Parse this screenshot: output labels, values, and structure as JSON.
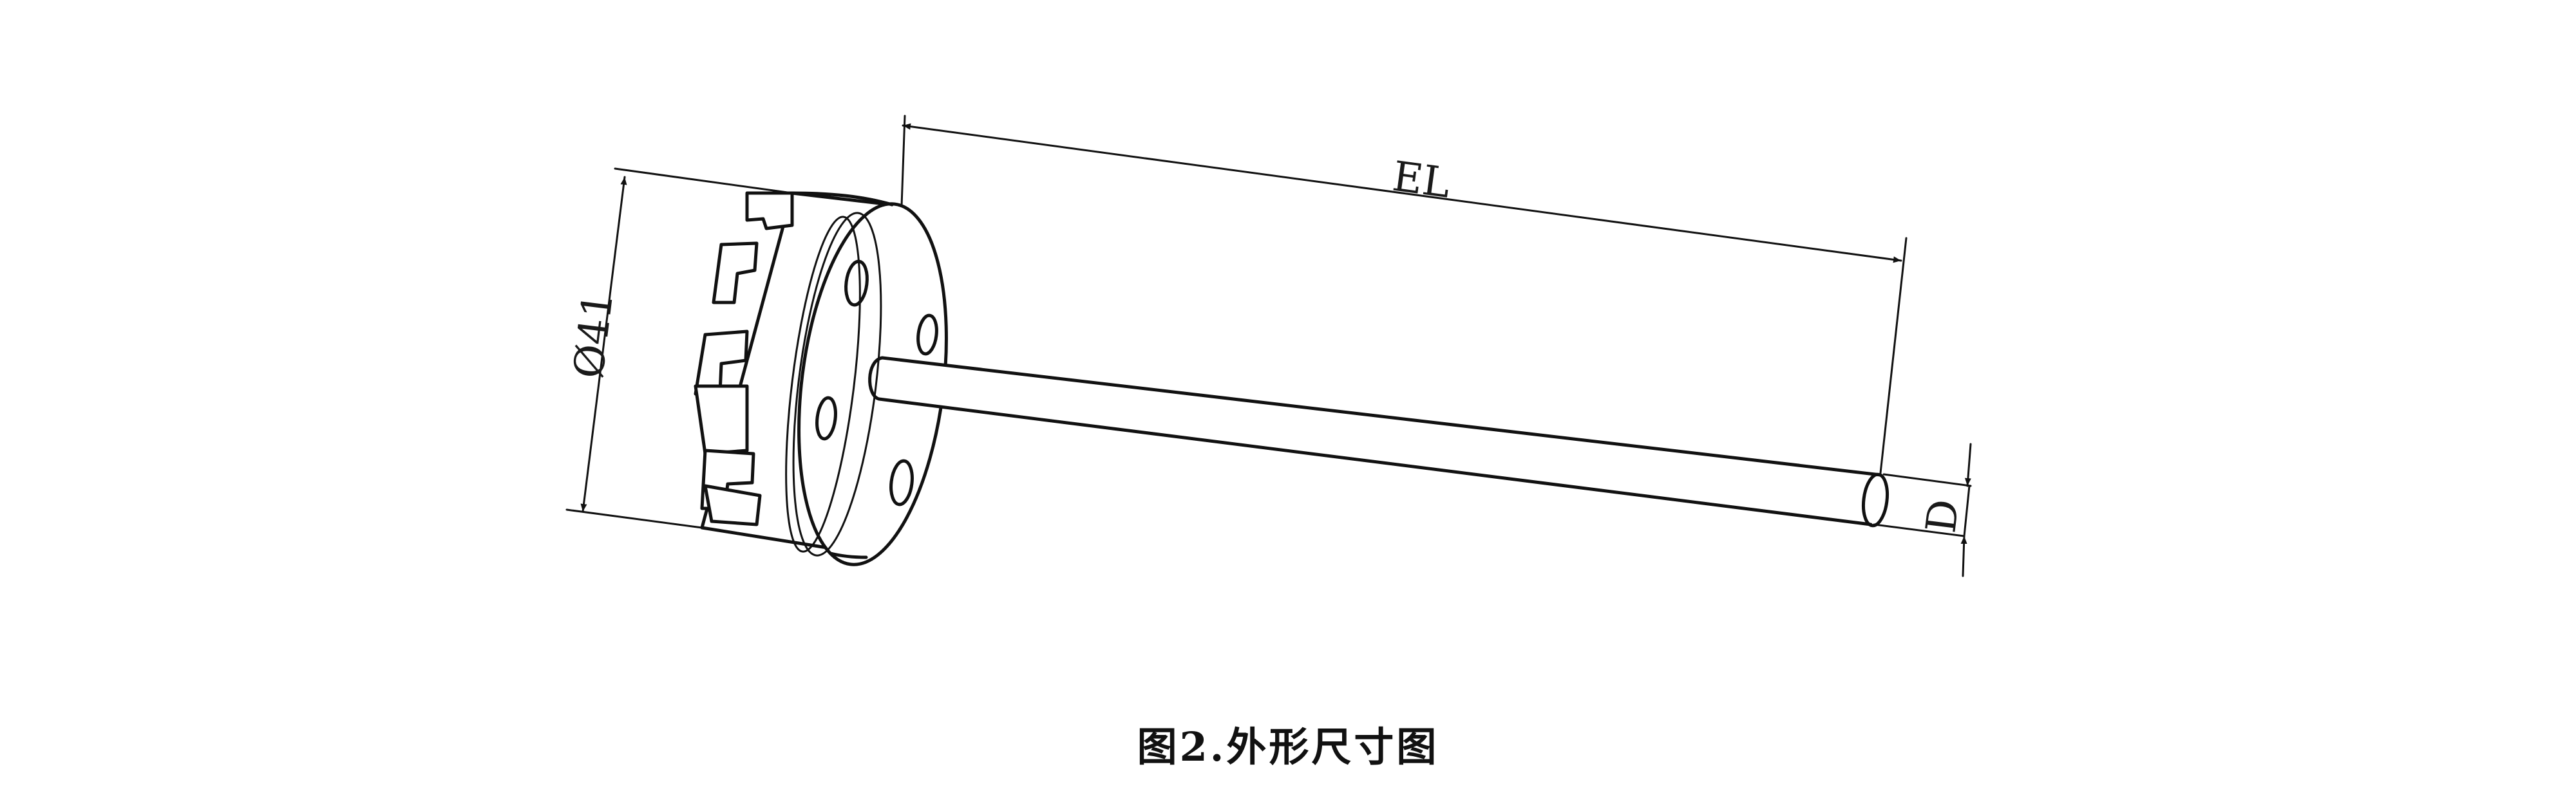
{
  "figure": {
    "caption": "图2.外形尺寸图"
  },
  "dimensions": {
    "length_label": "EL",
    "diameter_label": "Ø41",
    "tube_diameter_label": "D"
  },
  "colors": {
    "line": "#111111",
    "background": "#ffffff"
  }
}
